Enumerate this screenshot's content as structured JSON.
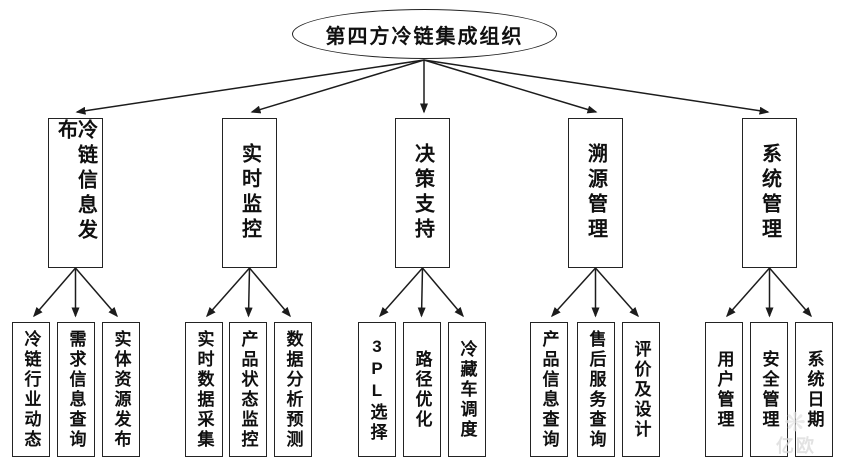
{
  "diagram": {
    "root": {
      "label": "第四方冷链集成组织"
    },
    "branches": [
      {
        "label": "冷链信息发布",
        "children": [
          "冷链行业动态",
          "需求信息查询",
          "实体资源发布"
        ]
      },
      {
        "label": "实时监控",
        "children": [
          "实时数据采集",
          "产品状态监控",
          "数据分析预测"
        ]
      },
      {
        "label": "决策支持",
        "children": [
          "3PL选择",
          "路径优化",
          "冷藏车调度"
        ]
      },
      {
        "label": "溯源管理",
        "children": [
          "产品信息查询",
          "售后服务查询",
          "评价及设计"
        ]
      },
      {
        "label": "系统管理",
        "children": [
          "用户管理",
          "安全管理",
          "系统日期"
        ]
      }
    ],
    "watermark": "亿欧",
    "colors": {
      "line": "#1c1c1c",
      "box_border": "#232323",
      "text": "#101010",
      "background": "#ffffff",
      "watermark": "#d9d9d9"
    }
  }
}
